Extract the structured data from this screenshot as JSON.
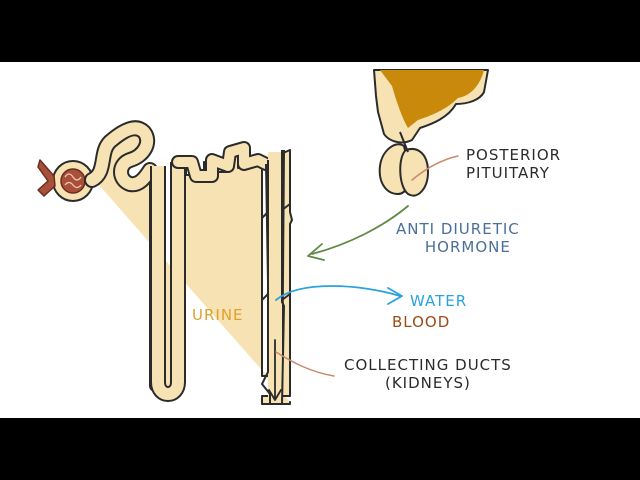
{
  "labels": {
    "posterior_pituitary": [
      "POSTERIOR",
      "PITUITARY"
    ],
    "adh": [
      "ANTI DIURETIC",
      "HORMONE"
    ],
    "water": "WATER",
    "blood": "BLOOD",
    "urine": "URINE",
    "collecting_ducts": [
      "COLLECTING DUCTS",
      "(KIDNEYS)"
    ]
  },
  "colors": {
    "tissue_fill": "#f6e2b3",
    "outline": "#2b2b2b",
    "gland_brown": "#c98a0c",
    "arrow_green": "#5f8a45",
    "arrow_blue": "#2aa3dc",
    "urine_orange": "#e0a12a",
    "blood_brown": "#9c4a16",
    "adh_text_blue": "#4a6f9a",
    "glomerulus_red": "#a8503a",
    "label_line": "#c9896a"
  }
}
